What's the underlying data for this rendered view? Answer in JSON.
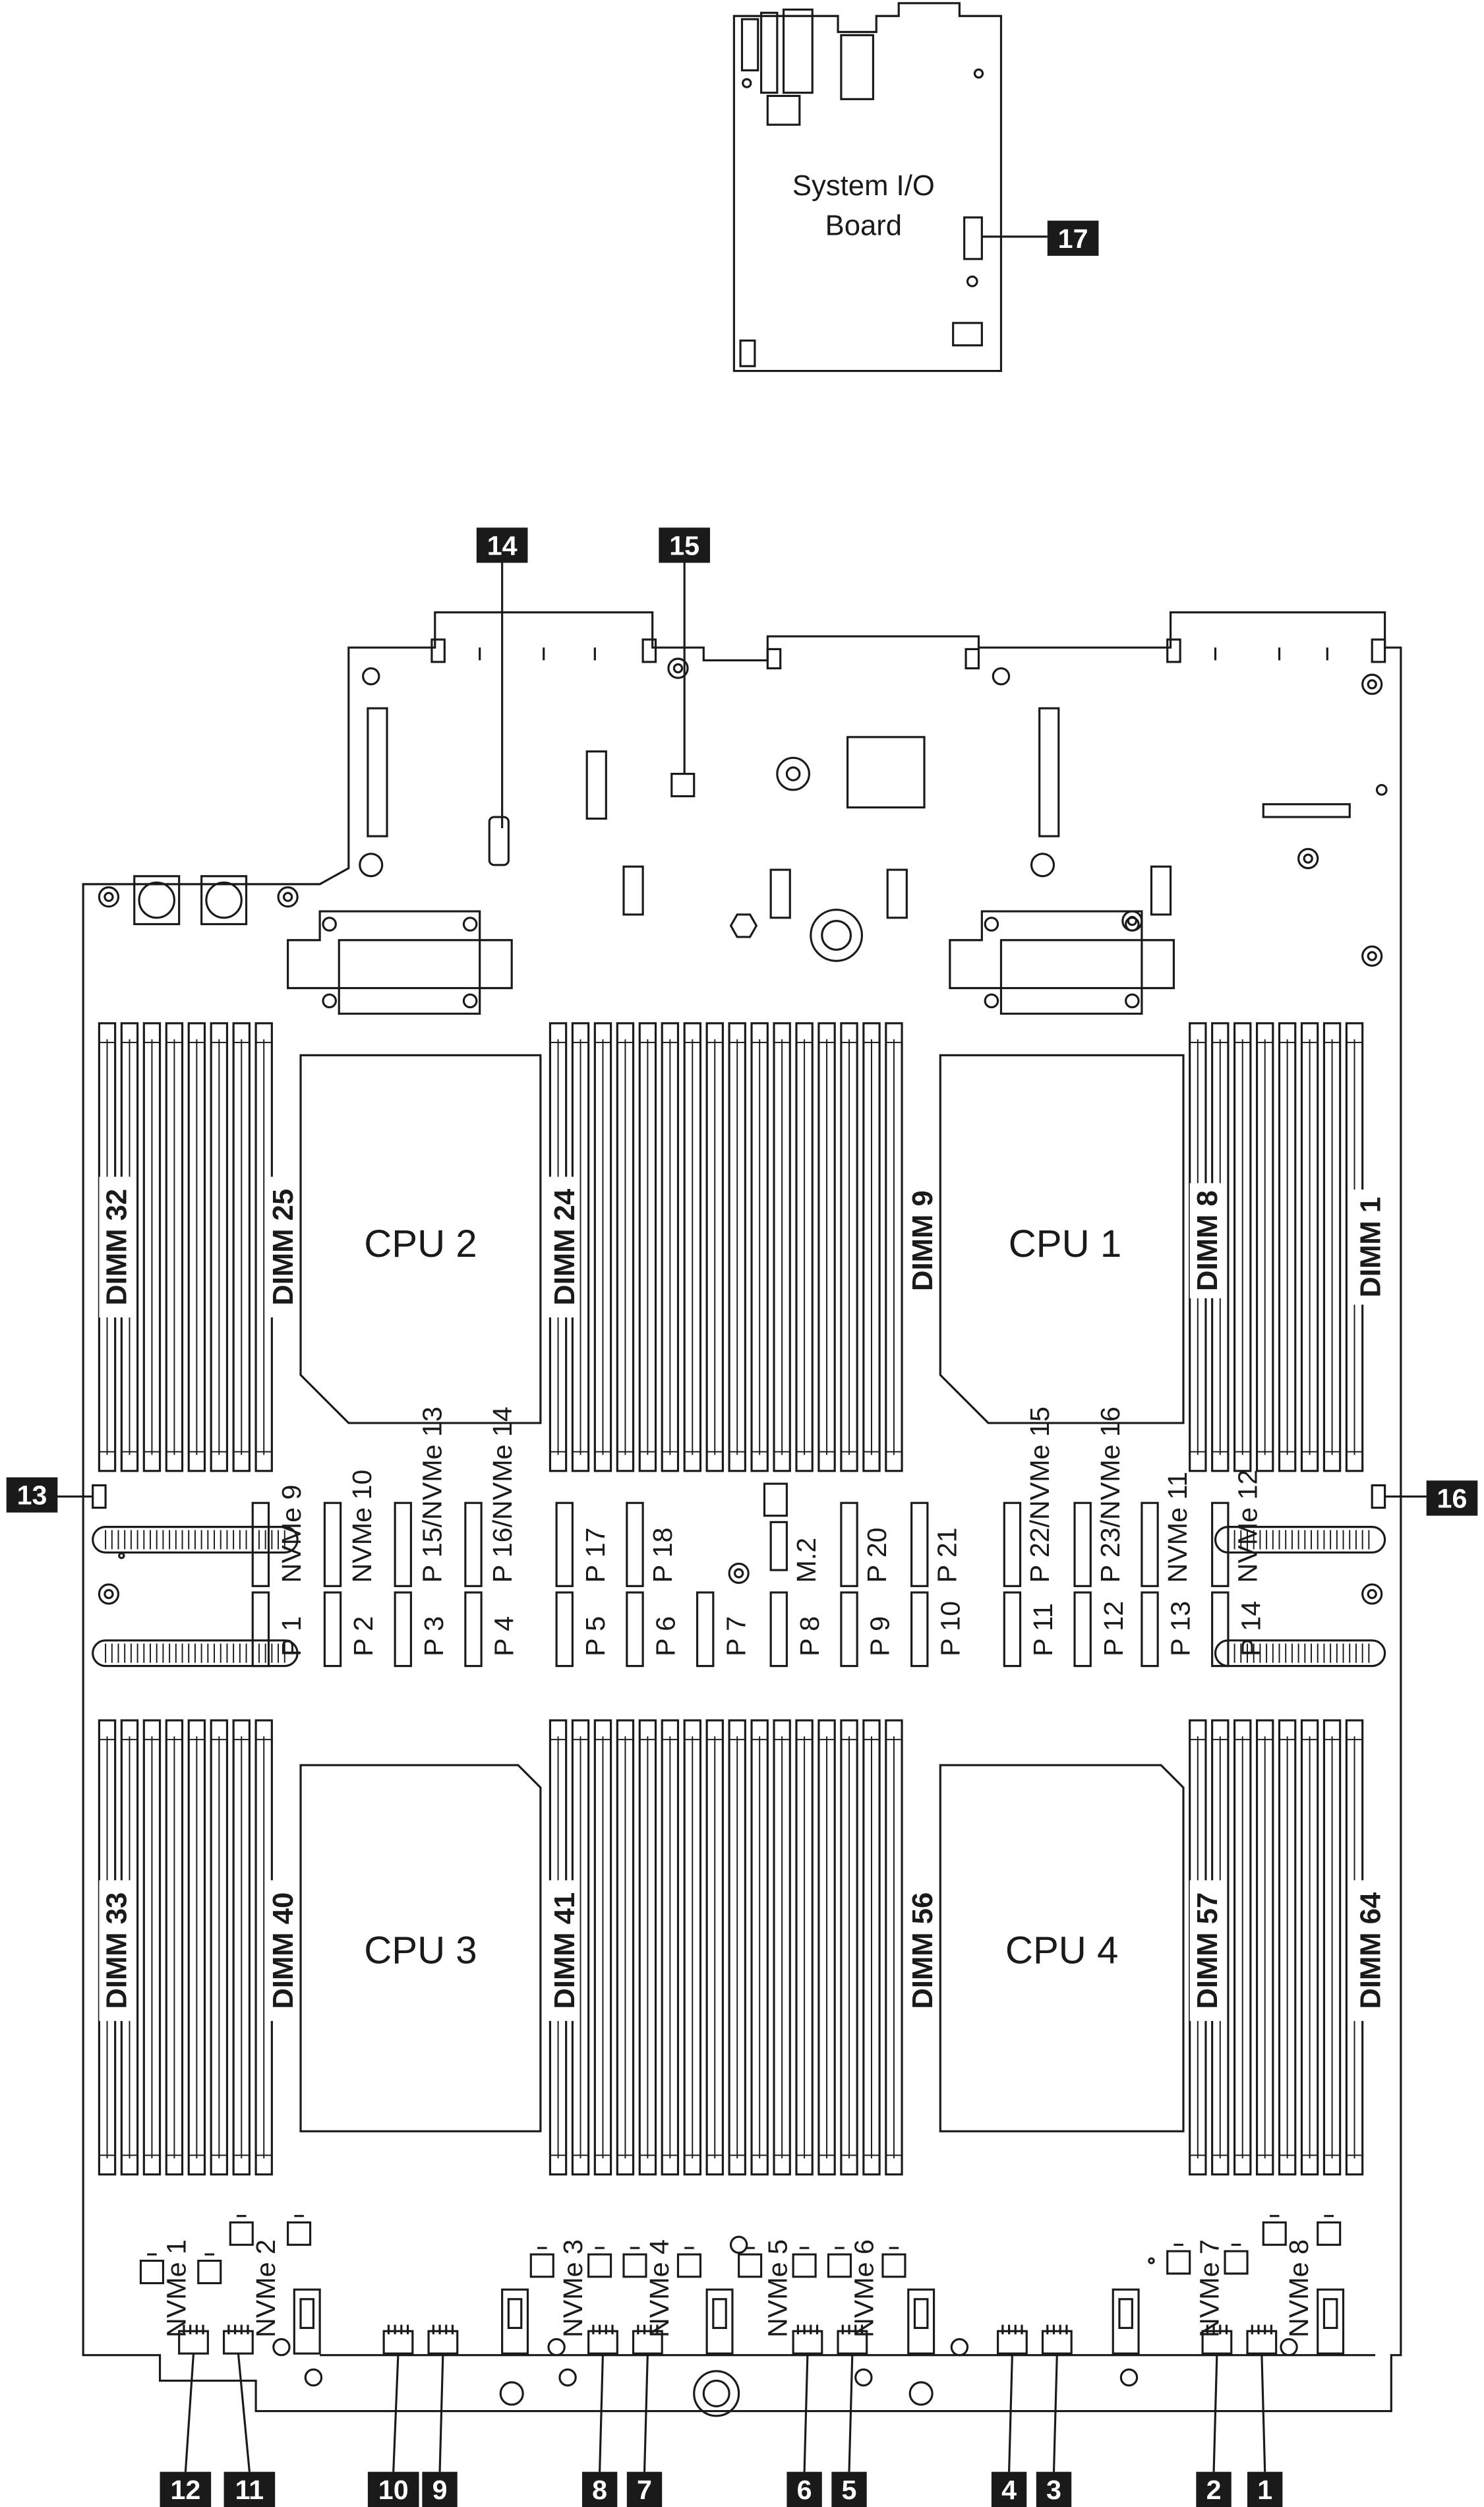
{
  "io_board": {
    "title_line1": "System I/O",
    "title_line2": "Board"
  },
  "cpus": [
    "CPU 2",
    "CPU 1",
    "CPU 3",
    "CPU 4"
  ],
  "dimm_labels": {
    "d32": "DIMM 32",
    "d25": "DIMM 25",
    "d24": "DIMM 24",
    "d9": "DIMM 9",
    "d8": "DIMM 8",
    "d1": "DIMM 1",
    "d33": "DIMM 33",
    "d40": "DIMM 40",
    "d41": "DIMM 41",
    "d56": "DIMM 56",
    "d57": "DIMM 57",
    "d64": "DIMM 64"
  },
  "connectors_top": [
    "NVMe 9",
    "NVMe 10",
    "P 15/NVMe 13",
    "P 16/NVMe 14",
    "P 17",
    "P 18",
    "M.2",
    "P 20",
    "P 21",
    "P 22/NVMe 15",
    "P 23/NVMe 16",
    "NVMe 11",
    "NVMe 12"
  ],
  "connectors_bottom": [
    "P 1",
    "P 2",
    "P 3",
    "P 4",
    "P 5",
    "P 6",
    "P 7",
    "P 8",
    "P 9",
    "P 10",
    "P 11",
    "P 12",
    "P 13",
    "P 14"
  ],
  "nvme_power": [
    "NVMe 1",
    "NVMe 2",
    "NVMe 3",
    "NVMe 4",
    "NVMe 5",
    "NVMe 6",
    "NVMe 7",
    "NVMe 8"
  ],
  "callouts": [
    "1",
    "2",
    "3",
    "4",
    "5",
    "6",
    "7",
    "8",
    "9",
    "10",
    "11",
    "12",
    "13",
    "14",
    "15",
    "16",
    "17"
  ],
  "colors": {
    "line": "#1a1a1a",
    "callout_bg": "#1a1a1a",
    "callout_text": "#ffffff",
    "background": "#ffffff"
  }
}
